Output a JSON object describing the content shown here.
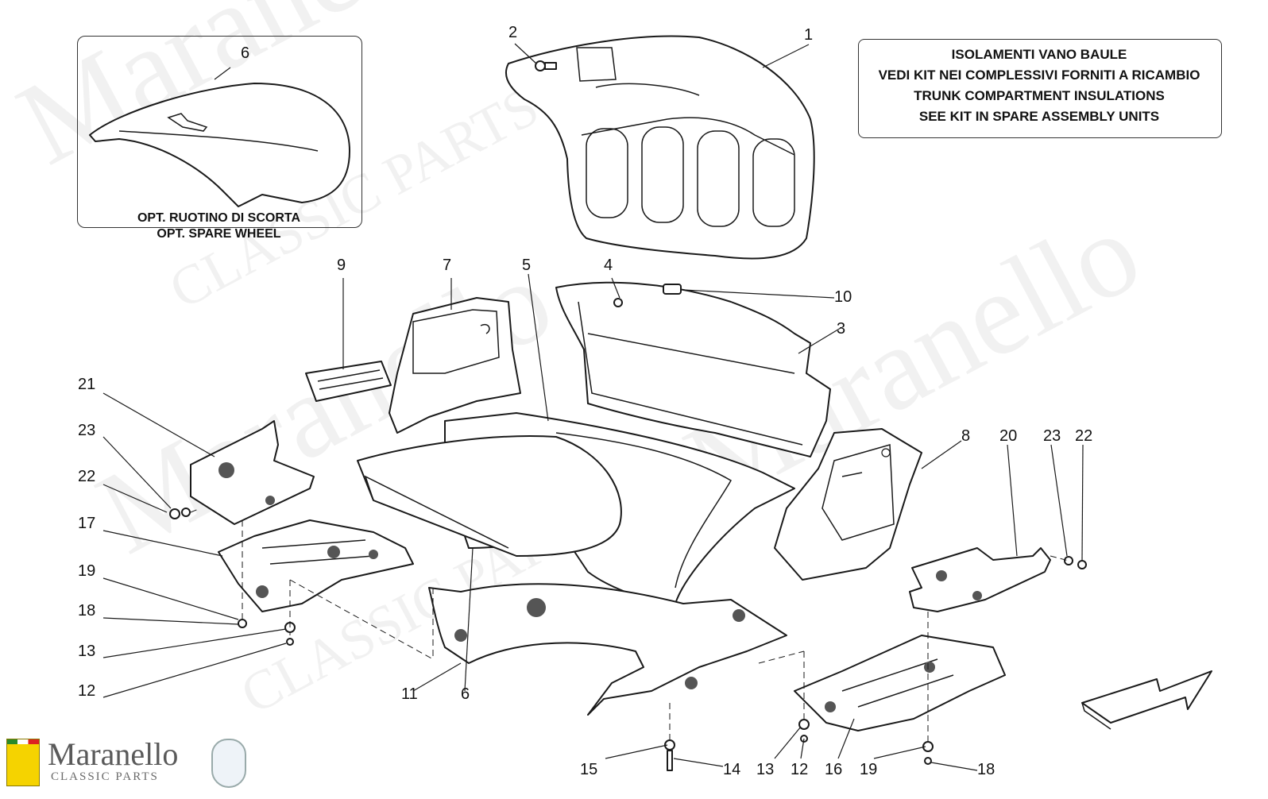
{
  "note": {
    "line1": "ISOLAMENTI VANO BAULE",
    "line2": "VEDI KIT NEI COMPLESSIVI FORNITI A RICAMBIO",
    "line3": "TRUNK COMPARTMENT INSULATIONS",
    "line4": "SEE KIT IN SPARE ASSEMBLY UNITS"
  },
  "inset": {
    "caption_it": "OPT. RUOTINO DI SCORTA",
    "caption_en": "OPT. SPARE WHEEL",
    "part_number": "6"
  },
  "callouts": {
    "c1": "1",
    "c2": "2",
    "c3": "3",
    "c4": "4",
    "c5": "5",
    "c6": "6",
    "c7": "7",
    "c8": "8",
    "c9": "9",
    "c10": "10",
    "c11": "11",
    "c12a": "12",
    "c12b": "12",
    "c13a": "13",
    "c13b": "13",
    "c14": "14",
    "c15": "15",
    "c16": "16",
    "c17": "17",
    "c18a": "18",
    "c18b": "18",
    "c19a": "19",
    "c19b": "19",
    "c20": "20",
    "c21": "21",
    "c22a": "22",
    "c22b": "22",
    "c23a": "23",
    "c23b": "23",
    "c6b": "6"
  },
  "watermark": {
    "brand": "Maranello",
    "sub": "CLASSIC PARTS"
  },
  "colors": {
    "line": "#1a1a1a",
    "watermark": "#d8d8d8",
    "shield": "#f5d300"
  }
}
